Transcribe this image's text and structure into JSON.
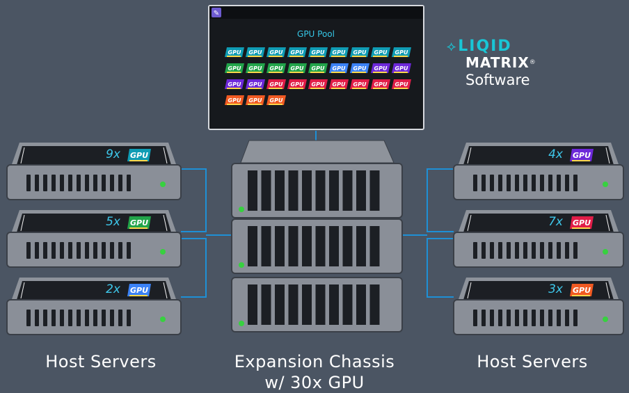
{
  "pool": {
    "title": "GPU Pool",
    "chip_label": "GPU",
    "rows": [
      [
        "#0f9cb4",
        "#0f9cb4",
        "#0f9cb4",
        "#0f9cb4",
        "#0f9cb4",
        "#0f9cb4",
        "#0f9cb4",
        "#0f9cb4",
        "#0f9cb4"
      ],
      [
        "#22a44a",
        "#22a44a",
        "#22a44a",
        "#22a44a",
        "#22a44a",
        "#3b82f6",
        "#3b82f6",
        "#6d28d9",
        "#6d28d9"
      ],
      [
        "#6d28d9",
        "#6d28d9",
        "#e11d48",
        "#e11d48",
        "#e11d48",
        "#e11d48",
        "#e11d48",
        "#e11d48",
        "#e11d48"
      ],
      [
        "#f15a22",
        "#f15a22",
        "#f15a22"
      ]
    ]
  },
  "brand": {
    "line1": "LIQID",
    "line2": "MATRIX",
    "mark": "®",
    "line3": "Software",
    "accent": "#19c6d6"
  },
  "left_servers": [
    {
      "count": "9x",
      "chip": "GPU",
      "color": "#0f9cb4"
    },
    {
      "count": "5x",
      "chip": "GPU",
      "color": "#22a44a"
    },
    {
      "count": "2x",
      "chip": "GPU",
      "color": "#3b82f6"
    }
  ],
  "right_servers": [
    {
      "count": "4x",
      "chip": "GPU",
      "color": "#6d28d9"
    },
    {
      "count": "7x",
      "chip": "GPU",
      "color": "#e11d48"
    },
    {
      "count": "3x",
      "chip": "GPU",
      "color": "#f15a22"
    }
  ],
  "labels": {
    "left": "Host Servers",
    "center_line1": "Expansion Chassis",
    "center_line2": "w/ 30x GPU",
    "right": "Host Servers"
  },
  "colors": {
    "background": "#4b5563",
    "server": "#8a8f98",
    "dark": "#1c1f24",
    "led": "#37d13f",
    "link": "#1e90d6"
  }
}
